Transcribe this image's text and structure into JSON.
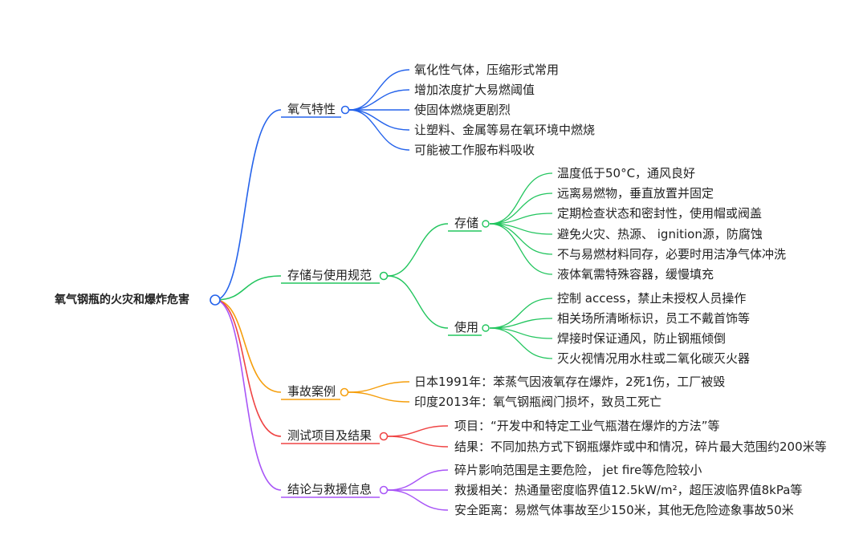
{
  "root": "氧气钢瓶的火灾和爆炸危害",
  "colors": {
    "blue": "#2563eb",
    "green": "#22c55e",
    "orange": "#f59e0b",
    "red": "#ef4444",
    "purple": "#a855f7"
  },
  "branches": [
    {
      "label": "氧气特性",
      "leaves": [
        "氧化性气体，压缩形式常用",
        "增加浓度扩大易燃阈值",
        "使固体燃烧更剧烈",
        "让塑料、金属等易在氧环境中燃烧",
        "可能被工作服布料吸收"
      ]
    },
    {
      "label": "存储与使用规范",
      "sub": [
        {
          "label": "存储",
          "leaves": [
            "温度低于50°C，通风良好",
            "远离易燃物，垂直放置并固定",
            "定期检查状态和密封性，使用帽或阀盖",
            "避免火灾、热源、 ignition源，防腐蚀",
            "不与易燃材料同存，必要时用洁净气体冲洗",
            "液体氧需特殊容器，缓慢填充"
          ]
        },
        {
          "label": "使用",
          "leaves": [
            "控制 access，禁止未授权人员操作",
            "相关场所清晰标识，员工不戴首饰等",
            "焊接时保证通风，防止钢瓶倾倒",
            "灭火视情况用水柱或二氧化碳灭火器"
          ]
        }
      ]
    },
    {
      "label": "事故案例",
      "leaves": [
        "日本1991年：苯蒸气因液氧存在爆炸，2死1伤，工厂被毁",
        "印度2013年：氧气钢瓶阀门损坏，致员工死亡"
      ]
    },
    {
      "label": "测试项目及结果",
      "leaves": [
        "项目：“开发中和特定工业气瓶潜在爆炸的方法”等",
        "结果：不同加热方式下钢瓶爆炸或中和情况，碎片最大范围约200米等"
      ]
    },
    {
      "label": "结论与救援信息",
      "leaves": [
        "碎片影响范围是主要危险， jet fire等危险较小",
        "救援相关：热通量密度临界值12.5kW/m²，超压波临界值8kPa等",
        "安全距离：易燃气体事故至少150米，其他无危险迹象事故50米"
      ]
    }
  ]
}
